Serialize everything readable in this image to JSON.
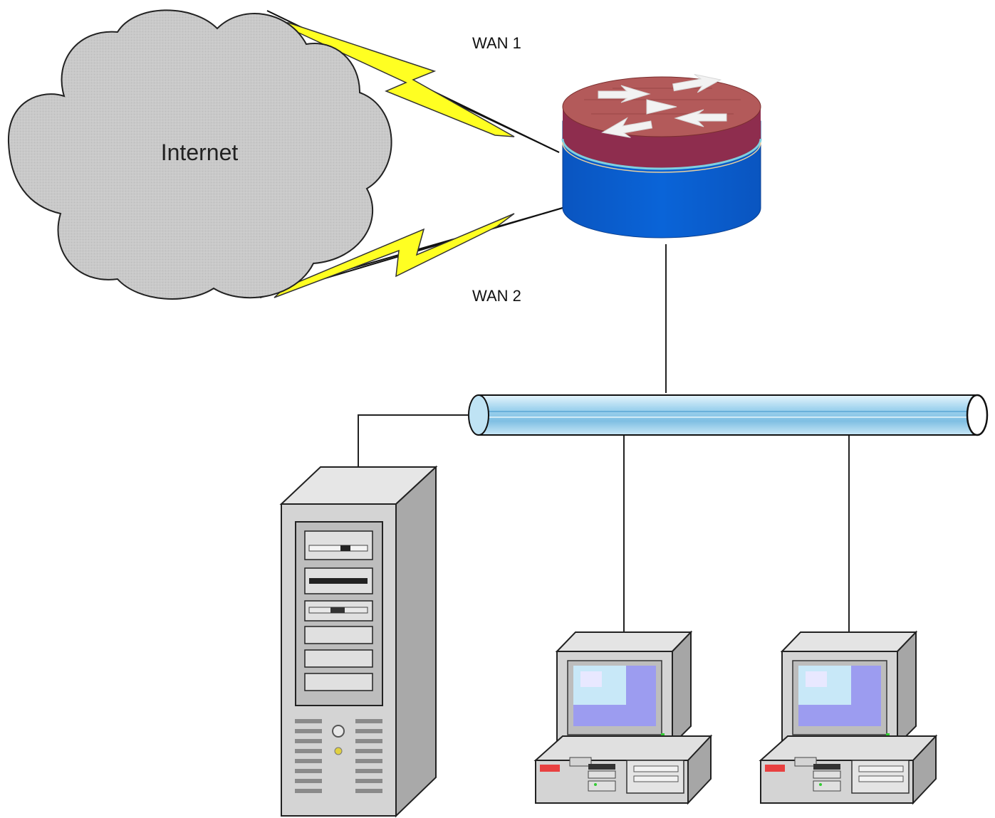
{
  "labels": {
    "cloud": "Internet",
    "wan1": "WAN 1",
    "wan2": "WAN 2"
  },
  "nodes": [
    {
      "id": "internet",
      "kind": "cloud"
    },
    {
      "id": "router",
      "kind": "router"
    },
    {
      "id": "lan-bus",
      "kind": "ethernet-segment"
    },
    {
      "id": "server",
      "kind": "tower-server"
    },
    {
      "id": "workstation-1",
      "kind": "desktop-pc"
    },
    {
      "id": "workstation-2",
      "kind": "desktop-pc"
    }
  ],
  "edges": [
    {
      "from": "internet",
      "to": "router",
      "label_ref": "wan1",
      "style": "serial-lightning"
    },
    {
      "from": "internet",
      "to": "router",
      "label_ref": "wan2",
      "style": "serial-lightning"
    },
    {
      "from": "router",
      "to": "lan-bus",
      "style": "line"
    },
    {
      "from": "lan-bus",
      "to": "server",
      "style": "line"
    },
    {
      "from": "lan-bus",
      "to": "workstation-1",
      "style": "line"
    },
    {
      "from": "lan-bus",
      "to": "workstation-2",
      "style": "line"
    }
  ],
  "colors": {
    "cloud_fill": "#c8c8c8",
    "lightning": "#ffff22",
    "router_top": "#b05a5a",
    "router_band": "#8e2d4e",
    "router_body": "#0a5fd0",
    "bus": "#a8d8f0",
    "device_gray": "#d6d6d6"
  }
}
